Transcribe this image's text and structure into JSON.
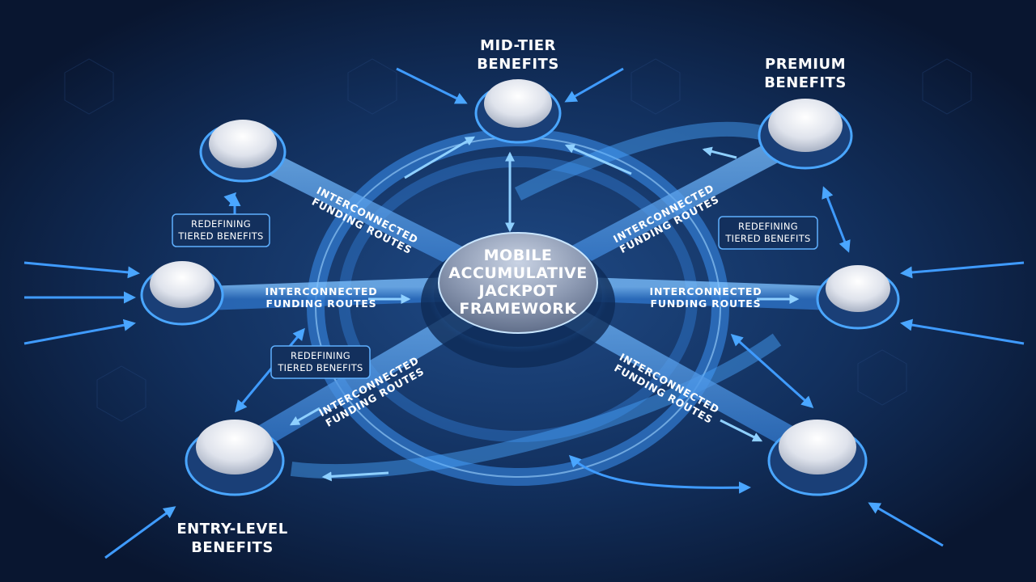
{
  "hub": {
    "line1": "MOBILE",
    "line2": "ACCUMULATIVE",
    "line3": "JACKPOT",
    "line4": "FRAMEWORK"
  },
  "tiers": {
    "mid": {
      "line1": "MID-TIER",
      "line2": "BENEFITS"
    },
    "premium": {
      "line1": "PREMIUM",
      "line2": "BENEFITS"
    },
    "entry": {
      "line1": "ENTRY-LEVEL",
      "line2": "BENEFITS"
    }
  },
  "routes": {
    "line1": "INTERCONNECTED",
    "line2": "FUNDING ROUTES"
  },
  "redefining": {
    "line1": "REDEFINING",
    "line2": "TIERED BENEFITS"
  },
  "colors": {
    "background": "#0b1a36",
    "accent": "#3f9bff",
    "beam": "#5aaaf0",
    "node": "#e6e8ef"
  }
}
